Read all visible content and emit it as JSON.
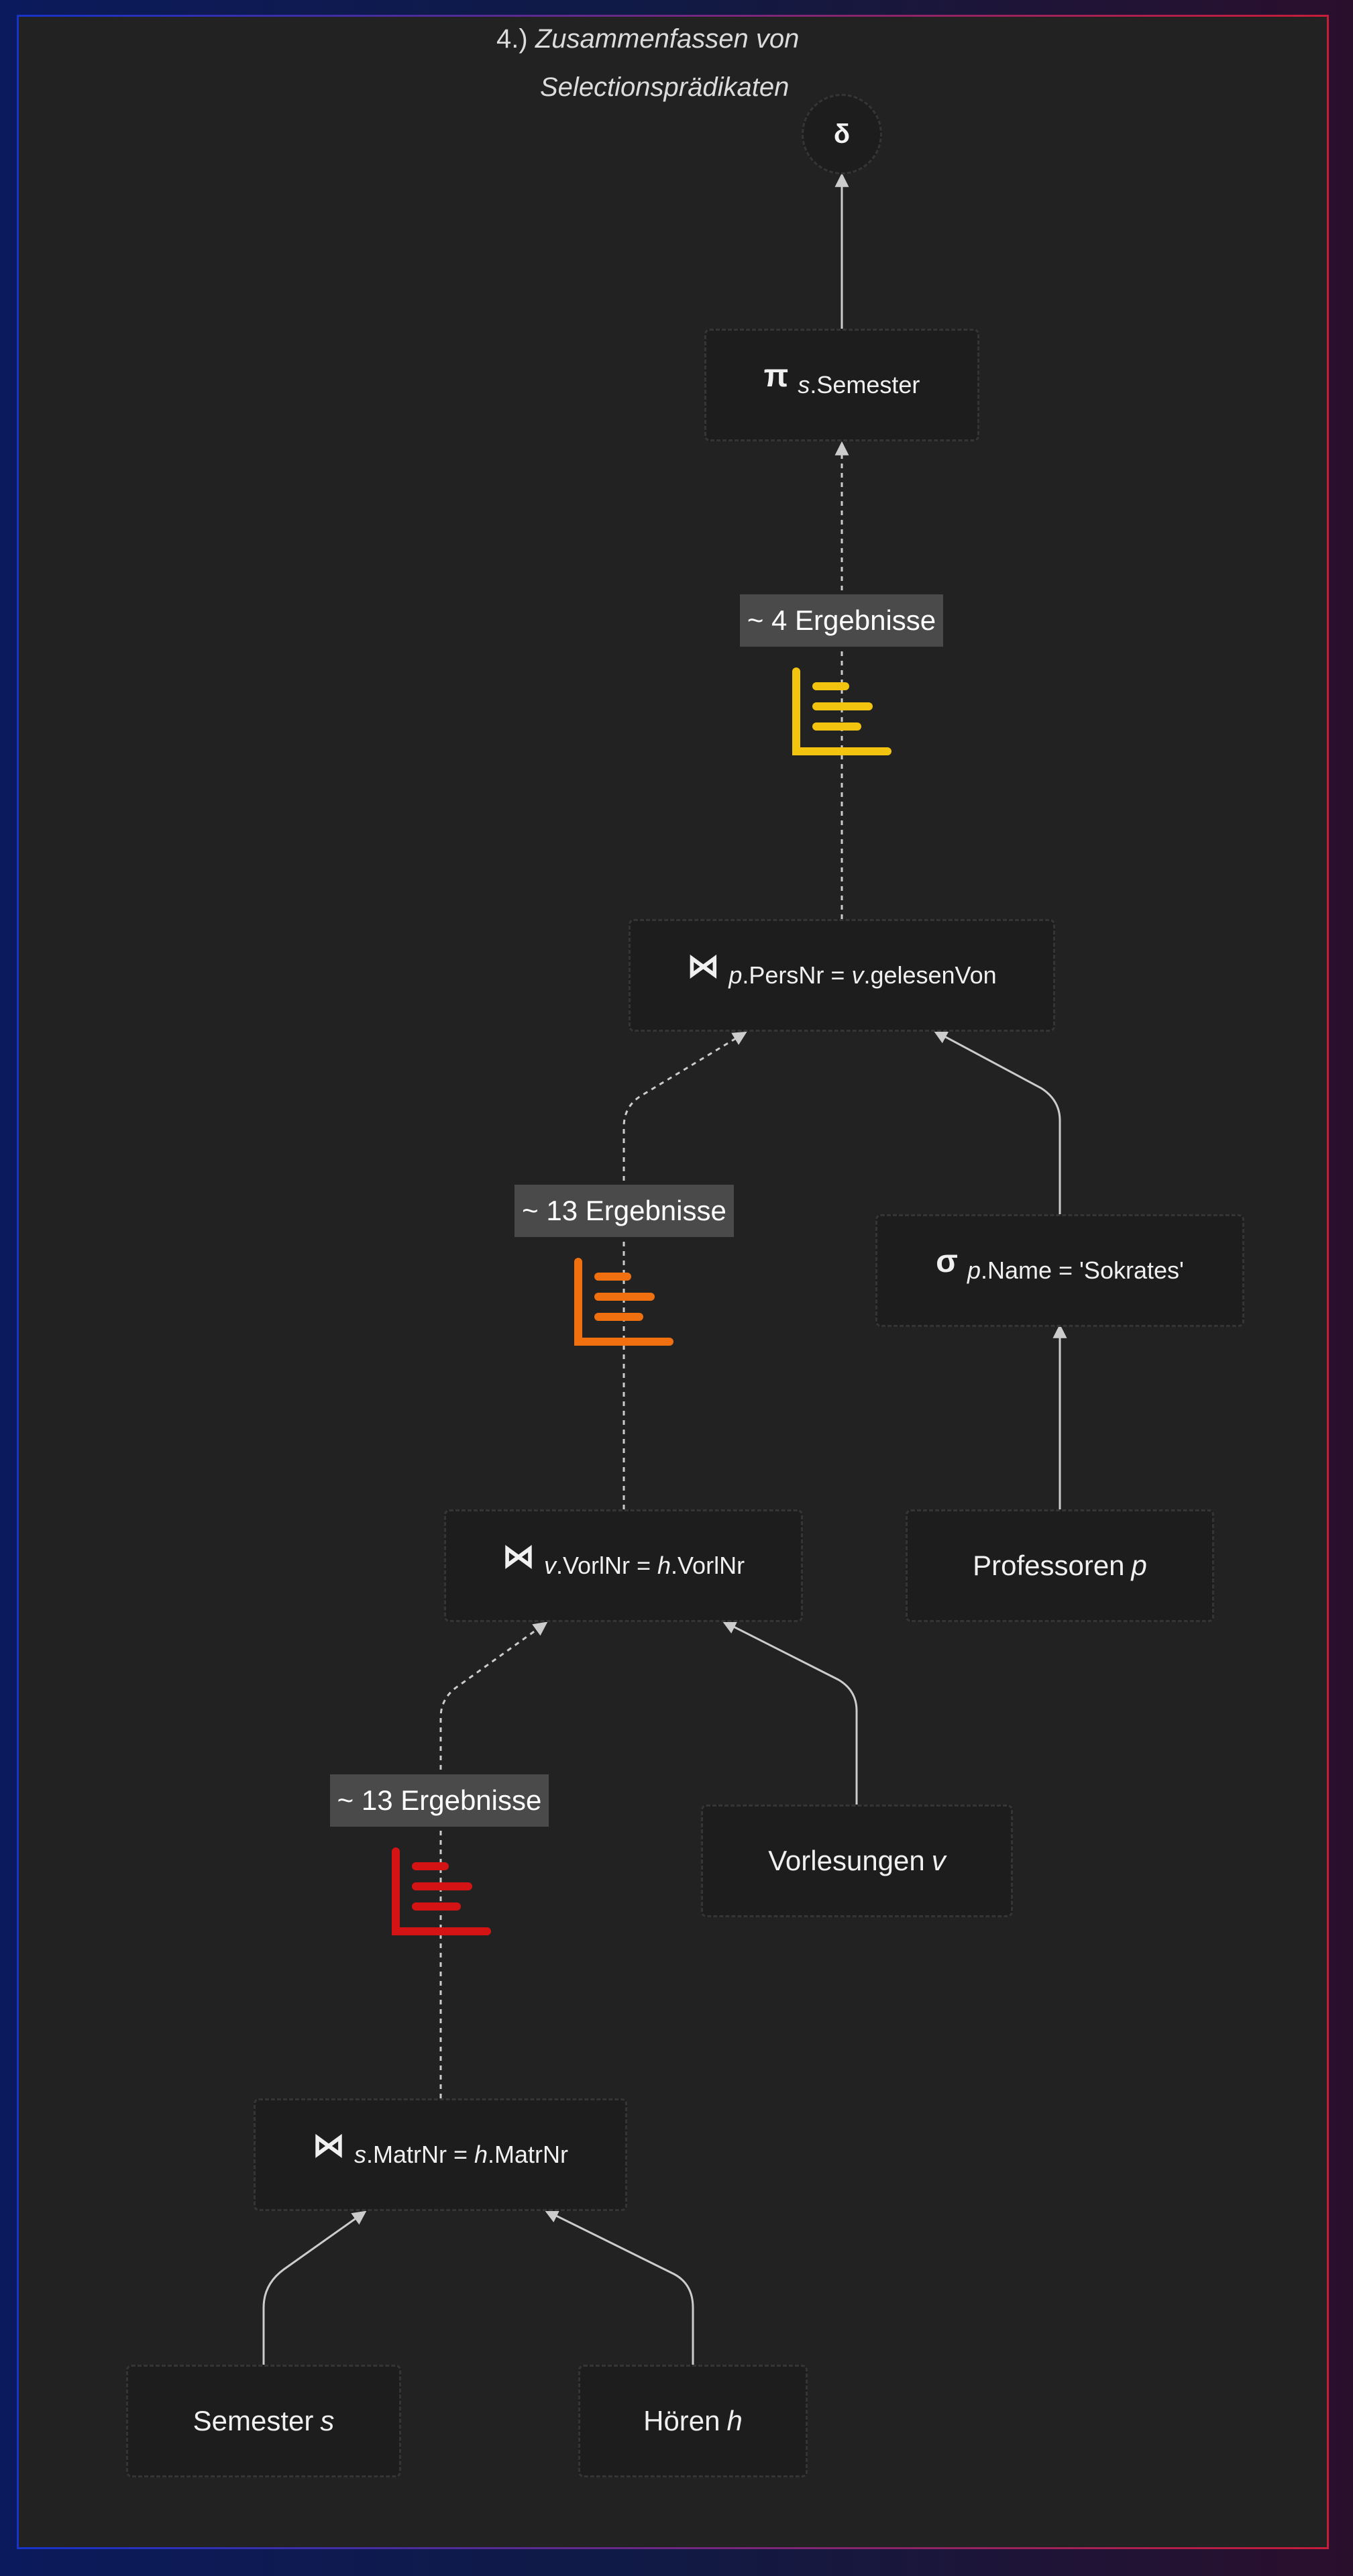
{
  "title": {
    "number": "4.)",
    "line1": "Zusammenfassen von",
    "line2": "Selectionsprädikaten"
  },
  "root": {
    "symbol": "δ"
  },
  "nodes": {
    "projection": {
      "op": "π",
      "alias": "s",
      "attr": ".Semester"
    },
    "join_pers": {
      "op": "⋈",
      "left_alias": "p",
      "left_attr": ".PersNr = ",
      "right_alias": "v",
      "right_attr": ".gelesenVon"
    },
    "selection": {
      "op": "σ",
      "alias": "p",
      "attr": ".Name = 'Sokrates'"
    },
    "join_vorl": {
      "op": "⋈",
      "left_alias": "v",
      "left_attr": ".VorlNr = ",
      "right_alias": "h",
      "right_attr": ".VorlNr"
    },
    "professoren": {
      "name": "Professoren ",
      "alias": "p"
    },
    "vorlesungen": {
      "name": "Vorlesungen ",
      "alias": "v"
    },
    "join_matr": {
      "op": "⋈",
      "left_alias": "s",
      "left_attr": ".MatrNr = ",
      "right_alias": "h",
      "right_attr": ".MatrNr"
    },
    "semester": {
      "name": "Semester ",
      "alias": "s"
    },
    "hoeren": {
      "name": "Hören ",
      "alias": "h"
    }
  },
  "estimates": [
    {
      "label": "~ 4 Ergebnisse",
      "color": "#f2c40f",
      "icon": "bar-chart-icon"
    },
    {
      "label": "~ 13 Ergebnisse",
      "color": "#f07010",
      "icon": "bar-chart-icon"
    },
    {
      "label": "~ 13 Ergebnisse",
      "color": "#d41414",
      "icon": "bar-chart-icon"
    }
  ],
  "colors": {
    "background": "#222222",
    "node": "#1d1d1d",
    "edge": "#cccccc",
    "badge": "#4a4a4a"
  }
}
